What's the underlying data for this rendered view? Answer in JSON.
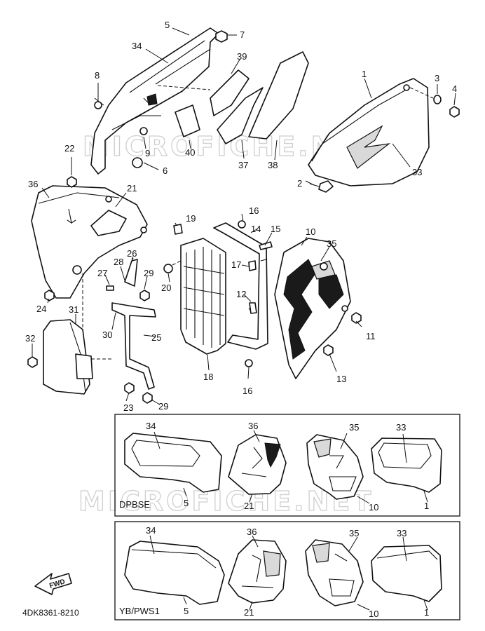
{
  "watermark": "MICROFICHE.NET",
  "diagram_id": "4DK8361-8210",
  "forward_arrow_label": "FWD",
  "variants": [
    {
      "label": "DPBSE",
      "callouts": [
        "34",
        "36",
        "35",
        "33",
        "5",
        "21",
        "10",
        "1"
      ]
    },
    {
      "label": "YB/PWS1",
      "callouts": [
        "34",
        "36",
        "35",
        "33",
        "5",
        "21",
        "10",
        "1"
      ]
    }
  ],
  "callouts": {
    "c1": "1",
    "c2": "2",
    "c3": "3",
    "c4": "4",
    "c5": "5",
    "c6": "6",
    "c7": "7",
    "c8": "8",
    "c9": "9",
    "c10": "10",
    "c11": "11",
    "c12": "12",
    "c13": "13",
    "c14": "14",
    "c15": "15",
    "c16a": "16",
    "c16b": "16",
    "c17": "17",
    "c18": "18",
    "c19": "19",
    "c20": "20",
    "c21": "21",
    "c22": "22",
    "c23": "23",
    "c24": "24",
    "c25": "25",
    "c26": "26",
    "c27": "27",
    "c28": "28",
    "c29a": "29",
    "c29b": "29",
    "c30": "30",
    "c31": "31",
    "c32": "32",
    "c33": "33",
    "c34": "34",
    "c35": "35",
    "c36": "36",
    "c37": "37",
    "c38": "38",
    "c39": "39",
    "c40": "40"
  }
}
